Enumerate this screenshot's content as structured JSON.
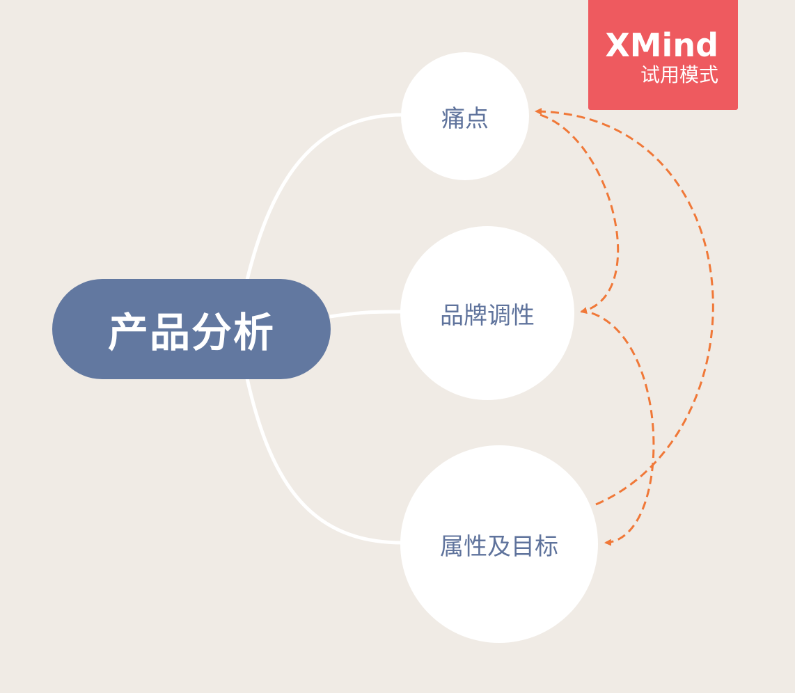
{
  "central_topic": {
    "label": "产品分析"
  },
  "subtopics": [
    {
      "label": "痛点"
    },
    {
      "label": "品牌调性"
    },
    {
      "label": "属性及目标"
    }
  ],
  "relationships": [
    {
      "from": "痛点",
      "to": "品牌调性"
    },
    {
      "from": "属性及目标",
      "to": "痛点"
    },
    {
      "from": "品牌调性",
      "to": "属性及目标"
    }
  ],
  "watermark": {
    "title": "XMind",
    "subtitle": "试用模式"
  },
  "colors": {
    "background": "#f0ebe5",
    "central": "#6278a0",
    "topic_text": "#5f739c",
    "relationship": "#f07838",
    "watermark": "#ee5a5f"
  }
}
